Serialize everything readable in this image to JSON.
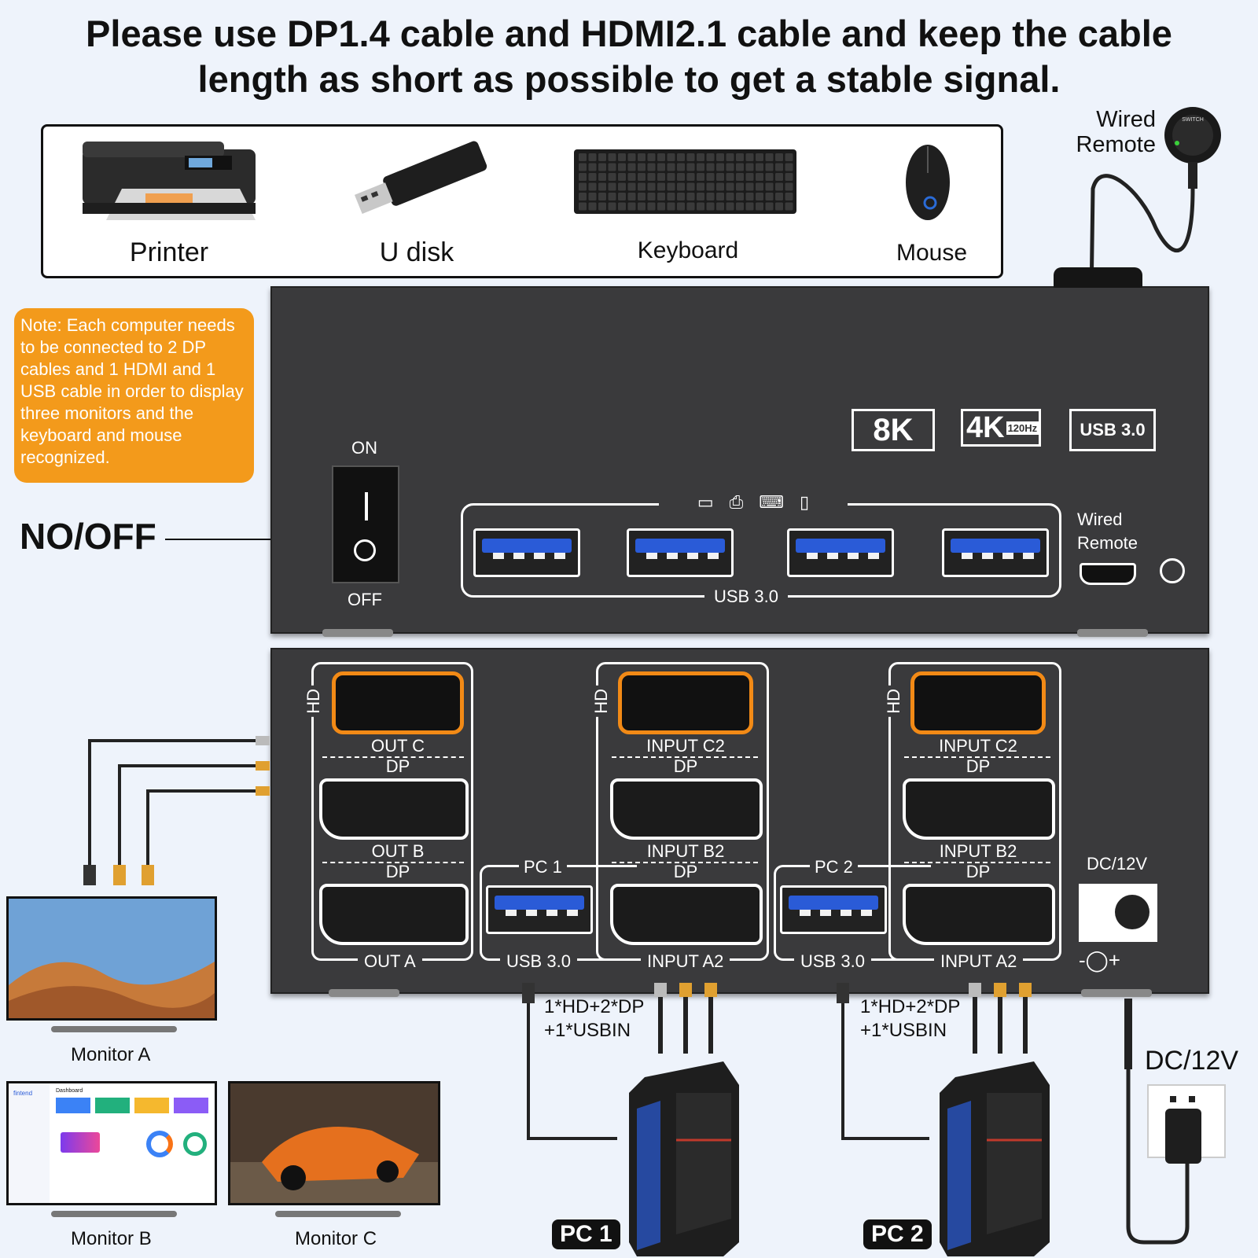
{
  "headline": {
    "line1": "Please use DP1.4 cable and HDMI2.1 cable and keep the cable",
    "line2": "length as short as possible to get a stable signal."
  },
  "peripherals": [
    {
      "label": "Printer",
      "icon": "printer-icon"
    },
    {
      "label": "U disk",
      "icon": "usb-drive-icon"
    },
    {
      "label": "Keyboard",
      "icon": "keyboard-icon"
    },
    {
      "label": "Mouse",
      "icon": "mouse-icon"
    }
  ],
  "wired_remote_top": {
    "line1": "Wired",
    "line2": "Remote",
    "switch_label": "SWITCH"
  },
  "note": "Note: Each computer needs to be connected to 2 DP cables and 1 HDMI and 1 USB cable in order to display three monitors and the keyboard and mouse recognized.",
  "front_panel": {
    "power": {
      "on": "ON",
      "off": "OFF",
      "callout": "NO/OFF"
    },
    "badges": {
      "b8k": "8K",
      "b4k": "4K",
      "hz": "120Hz",
      "usb": "USB 3.0"
    },
    "usb_group_label": "USB  3.0",
    "remote": {
      "line1": "Wired",
      "line2": "Remote"
    }
  },
  "back_panel": {
    "hd_tag": "HD",
    "dp_tag": "DP",
    "out": {
      "hdmi": "OUT C",
      "dp1": "OUT B",
      "dp2": "OUT A"
    },
    "pc1": {
      "label": "PC 1",
      "hdmi": "INPUT C2",
      "dp1": "INPUT B2",
      "dp2": "INPUT A2",
      "usb": "USB 3.0"
    },
    "pc2": {
      "label": "PC 2",
      "hdmi": "INPUT C2",
      "dp1": "INPUT B2",
      "dp2": "INPUT A2",
      "usb": "USB 3.0"
    },
    "power": "DC/12V"
  },
  "cable_info": {
    "line1": "1*HD+2*DP",
    "line2": "+1*USBIN"
  },
  "monitors": {
    "a": "Monitor A",
    "b": "Monitor B",
    "c": "Monitor C",
    "b_screen_brand": "fintend",
    "b_screen_title": "Dashboard"
  },
  "pcs": {
    "pc1": "PC 1",
    "pc2": "PC 2"
  },
  "dc_power": "DC/12V",
  "colors": {
    "orange": "#f39a1b",
    "hdmi_orange": "#f28a16",
    "panel": "#3a3a3c",
    "usb_blue": "#2a5bd7",
    "background": "#eef3fb"
  }
}
